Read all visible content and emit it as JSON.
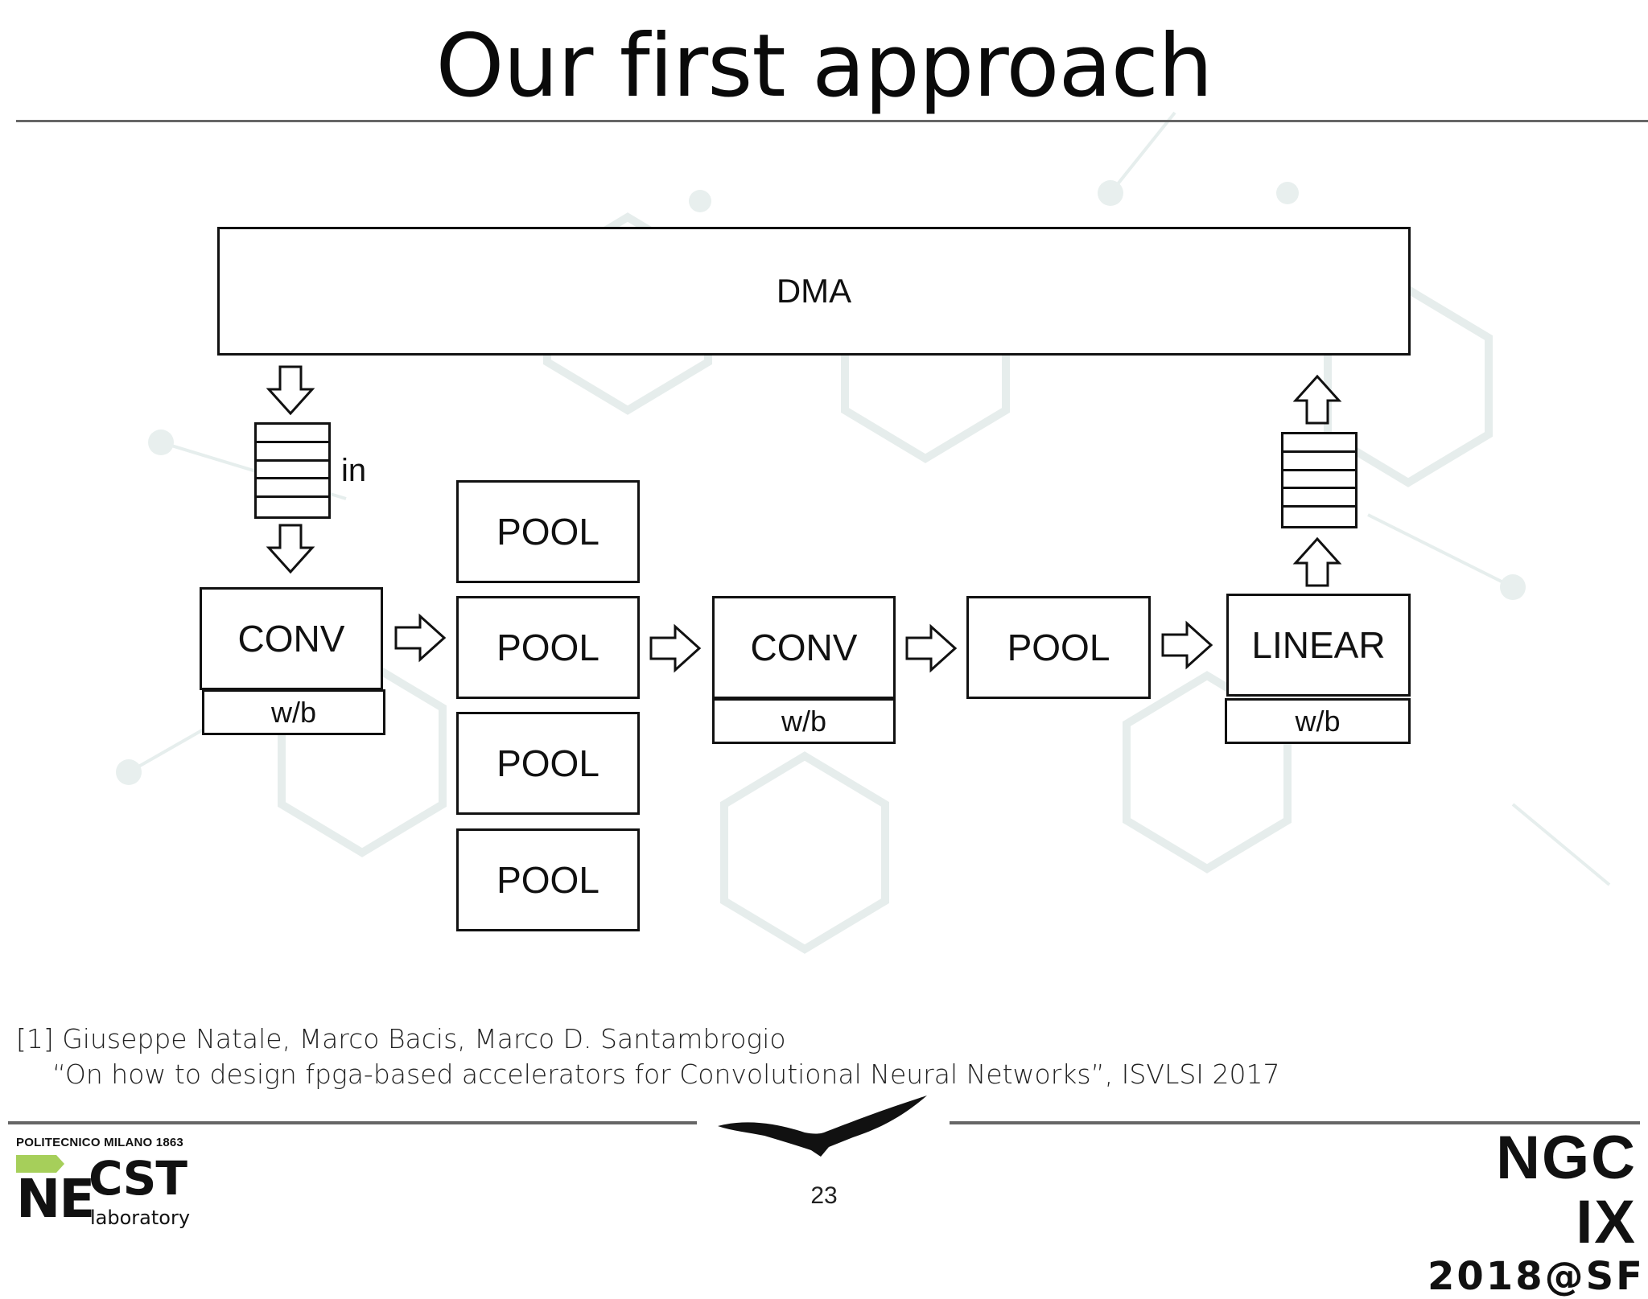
{
  "slide": {
    "title": "Our first approach",
    "page_number": "23"
  },
  "diagram": {
    "dma": "DMA",
    "input_fifo_label": "in",
    "conv1": "CONV",
    "conv1_weights": "w/b",
    "pool_stack": [
      "POOL",
      "POOL",
      "POOL",
      "POOL"
    ],
    "conv2": "CONV",
    "conv2_weights": "w/b",
    "pool2": "POOL",
    "linear": "LINEAR",
    "linear_weights": "w/b"
  },
  "reference": {
    "line1": "[1] Giuseppe Natale, Marco Bacis, Marco D. Santambrogio",
    "line2": "“On how to design fpga-based accelerators for Convolutional Neural Networks”, ISVLSI 2017"
  },
  "logos": {
    "left_caption": "POLITECNICO MILANO 1863",
    "left_ne": "NE",
    "left_cst": "CST",
    "left_sub": "laboratory",
    "right_top": "NGC IX",
    "right_bottom": "2018@SF"
  },
  "colors": {
    "accent_green": "#a6cf5a",
    "background_pattern": "#dfe8e7"
  }
}
